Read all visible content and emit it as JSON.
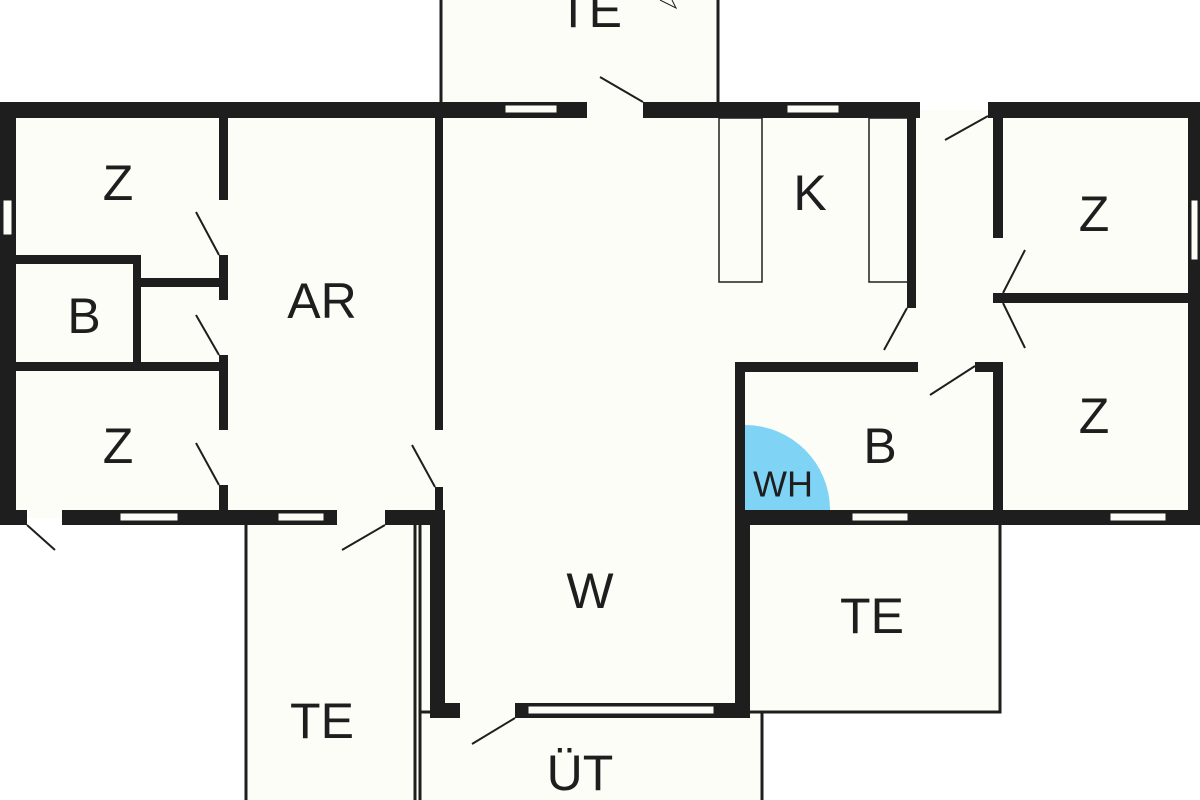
{
  "title": "Floor plan",
  "colors": {
    "wall": "#1e1e1e",
    "room": "#fdfdf8",
    "wh_accent": "#7fd3f5"
  },
  "rooms": {
    "te_top": "TE",
    "z_top_left": "Z",
    "b_left": "B",
    "z_bottom_left": "Z",
    "ar": "AR",
    "k": "K",
    "z_top_right": "Z",
    "z_bottom_right": "Z",
    "b_right": "B",
    "wh": "WH",
    "w": "W",
    "te_bottom_right": "TE",
    "te_bottom_left": "TE",
    "ut": "ÜT"
  }
}
